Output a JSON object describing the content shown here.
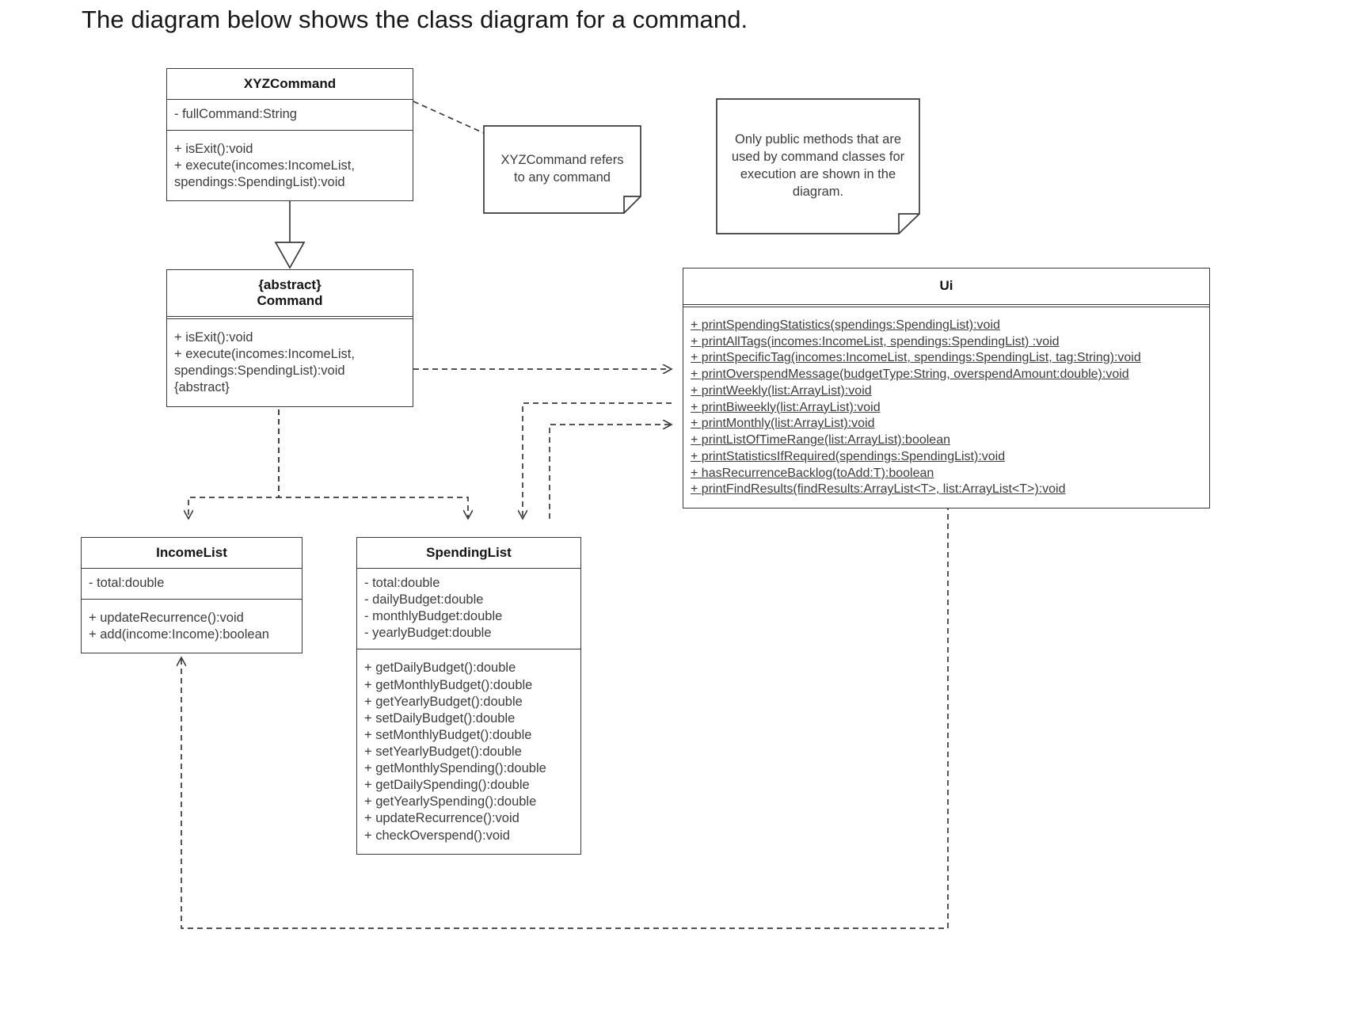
{
  "heading": "The diagram below shows the class diagram for a command.",
  "diagram": {
    "type": "uml-class-diagram",
    "classes": [
      {
        "id": "xyzcommand",
        "name": "XYZCommand",
        "attributes": [
          "- fullCommand:String"
        ],
        "methods": [
          "+ isExit():void",
          "+ execute(incomes:IncomeList,",
          "spendings:SpendingList):void"
        ]
      },
      {
        "id": "command",
        "stereotype": "{abstract}",
        "name": "Command",
        "attributes": [],
        "methods": [
          "+ isExit():void",
          "+ execute(incomes:IncomeList,",
          "spendings:SpendingList):void",
          "{abstract}"
        ]
      },
      {
        "id": "incomelist",
        "name": "IncomeList",
        "attributes": [
          "- total:double"
        ],
        "methods": [
          "+ updateRecurrence():void",
          "+ add(income:Income):boolean"
        ]
      },
      {
        "id": "spendinglist",
        "name": "SpendingList",
        "attributes": [
          "- total:double",
          "- dailyBudget:double",
          "- monthlyBudget:double",
          "- yearlyBudget:double"
        ],
        "methods": [
          "+ getDailyBudget():double",
          "+ getMonthlyBudget():double",
          "+ getYearlyBudget():double",
          "+ setDailyBudget():double",
          "+ setMonthlyBudget():double",
          "+ setYearlyBudget():double",
          "+ getMonthlySpending():double",
          "+ getDailySpending():double",
          "+ getYearlySpending():double",
          "+ updateRecurrence():void",
          "+ checkOverspend():void"
        ]
      },
      {
        "id": "ui",
        "name": "Ui",
        "attributes": [],
        "methods_static": true,
        "methods": [
          "+ printSpendingStatistics(spendings:SpendingList):void",
          "+ printAllTags(incomes:IncomeList, spendings:SpendingList) :void",
          "+ printSpecificTag(incomes:IncomeList, spendings:SpendingList, tag:String):void",
          "+ printOverspendMessage(budgetType:String, overspendAmount:double):void",
          "+ printWeekly(list:ArrayList):void",
          "+ printBiweekly(list:ArrayList):void",
          "+ printMonthly(list:ArrayList):void",
          "+ printListOfTimeRange(list:ArrayList):boolean",
          "+ printStatisticsIfRequired(spendings:SpendingList):void",
          "+ hasRecurrenceBacklog(toAdd:T):boolean",
          "+ printFindResults(findResults:ArrayList<T>, list:ArrayList<T>):void"
        ]
      }
    ],
    "notes": [
      {
        "id": "note-refers",
        "text": "XYZCommand refers to any command"
      },
      {
        "id": "note-public",
        "text": "Only public methods that are used by command classes for execution are shown in the diagram."
      }
    ],
    "relationships": [
      {
        "from": "xyzcommand",
        "to": "command",
        "kind": "generalization"
      },
      {
        "from": "command",
        "to": "ui",
        "kind": "dependency"
      },
      {
        "from": "command",
        "to": "incomelist",
        "kind": "dependency"
      },
      {
        "from": "command",
        "to": "spendinglist",
        "kind": "dependency"
      },
      {
        "from": "spendinglist",
        "to": "ui",
        "kind": "dependency"
      },
      {
        "from": "spendinglist",
        "to": "incomelist",
        "kind": "dependency"
      },
      {
        "from": "ui",
        "to": "incomelist",
        "kind": "dependency"
      },
      {
        "from": "xyzcommand",
        "to": "note-refers",
        "kind": "note-anchor"
      }
    ],
    "colors": {
      "stroke": "#3a3a3a",
      "text": "#3c3c3c",
      "title": "#141414",
      "background": "#ffffff"
    }
  }
}
